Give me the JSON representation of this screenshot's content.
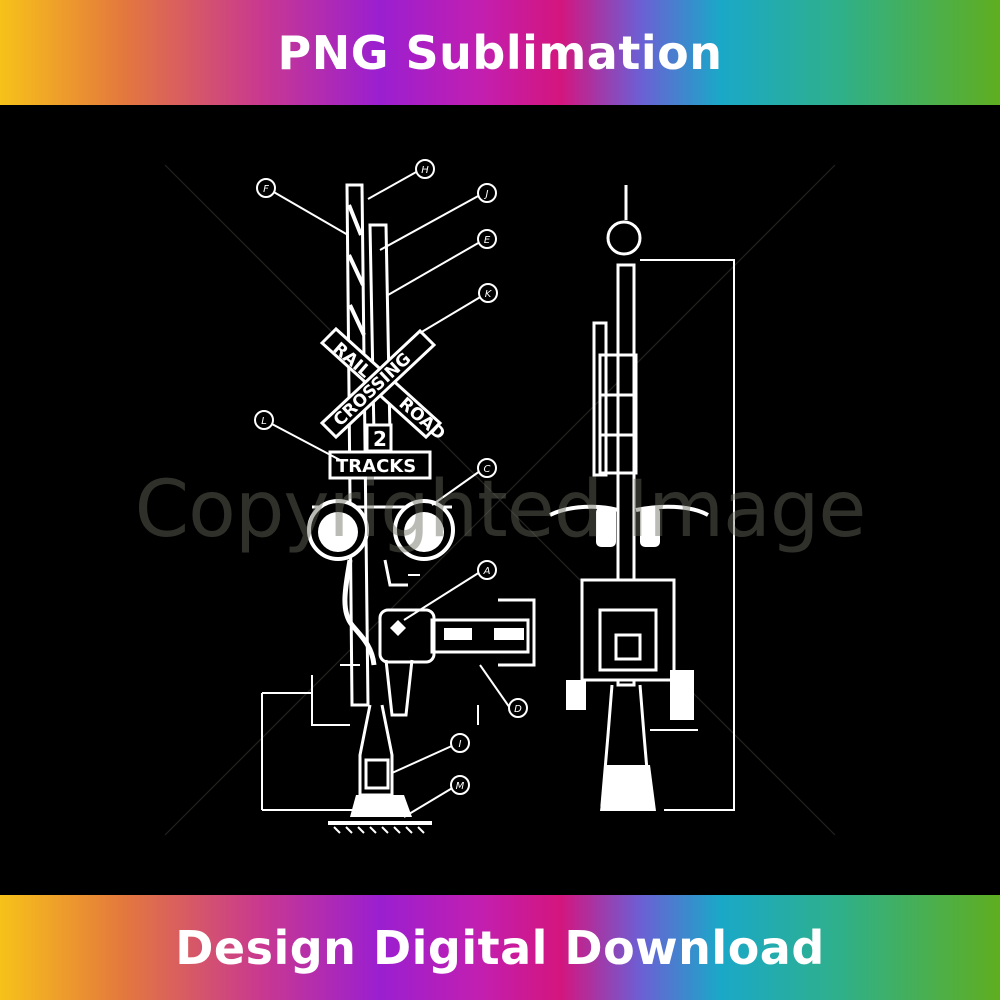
{
  "header": {
    "text": "PNG Sublimation"
  },
  "footer": {
    "text": "Design Digital Download"
  },
  "watermark": {
    "text": "Copyrighted Image"
  },
  "drawing": {
    "sign_words": [
      "RAIL",
      "ROAD",
      "CROSSING"
    ],
    "tracks_sign": {
      "number": "2",
      "label": "TRACKS"
    },
    "callouts": [
      "F",
      "H",
      "J",
      "E",
      "K",
      "L",
      "C",
      "A",
      "D",
      "I",
      "M"
    ]
  },
  "colors": {
    "ink": "#ffffff",
    "background": "#000000",
    "watermark": "#6b6a60"
  }
}
